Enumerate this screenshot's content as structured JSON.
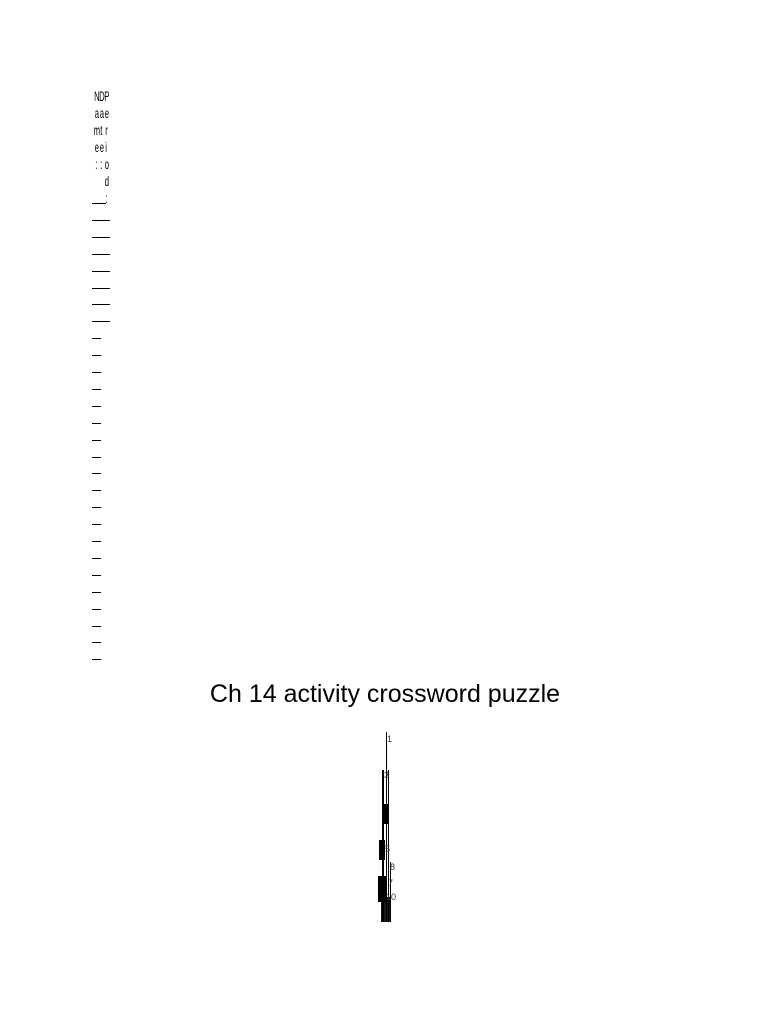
{
  "header_fields": {
    "name_label": "Name:",
    "date_label": "Date:",
    "period_label": "Period:"
  },
  "title": "Ch 14 activity crossword puzzle",
  "crossword_numbers": [
    "1",
    "3",
    "5",
    "8",
    "7",
    "10"
  ]
}
